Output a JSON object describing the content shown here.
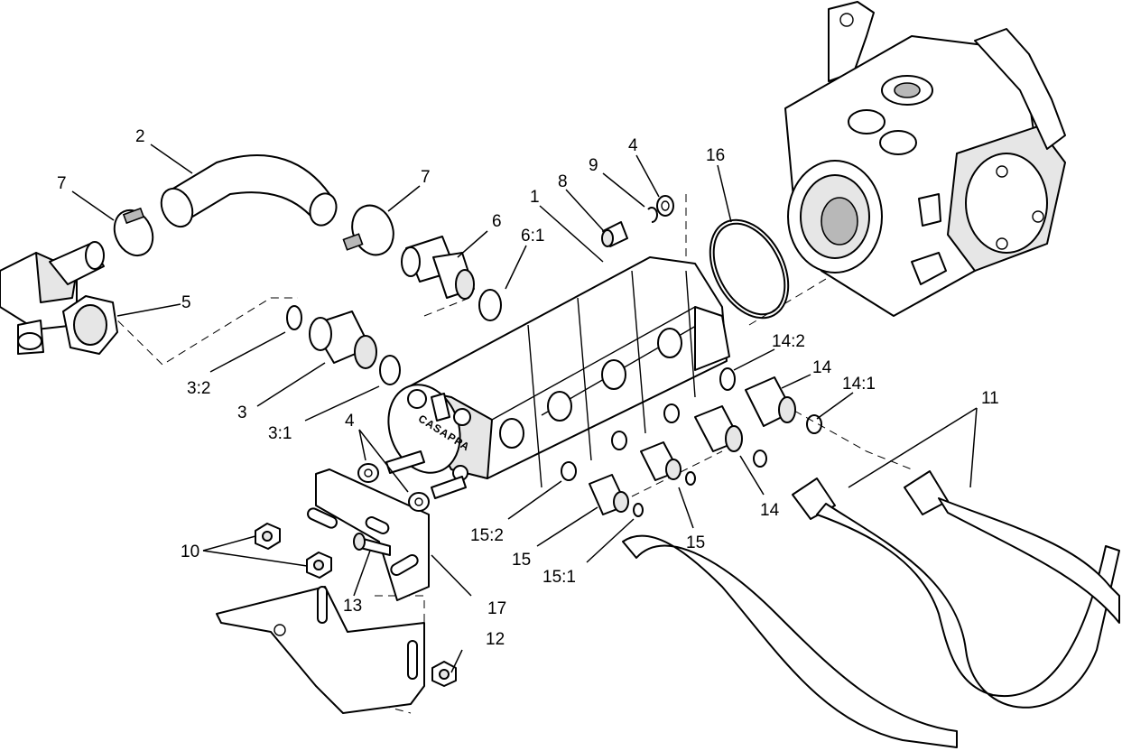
{
  "callouts": {
    "c1": "1",
    "c2": "2",
    "c3": "3",
    "c3_1": "3:1",
    "c3_2": "3:2",
    "c4a": "4",
    "c4b": "4",
    "c5": "5",
    "c6": "6",
    "c6_1": "6:1",
    "c7a": "7",
    "c7b": "7",
    "c8": "8",
    "c9": "9",
    "c10": "10",
    "c11": "11",
    "c12": "12",
    "c13": "13",
    "c14a": "14",
    "c14b": "14",
    "c14_1": "14:1",
    "c14_2": "14:2",
    "c15a": "15",
    "c15b": "15",
    "c15_1": "15:1",
    "c15_2": "15:2",
    "c16": "16",
    "c17": "17"
  },
  "pump_brand": "CASAPPA"
}
